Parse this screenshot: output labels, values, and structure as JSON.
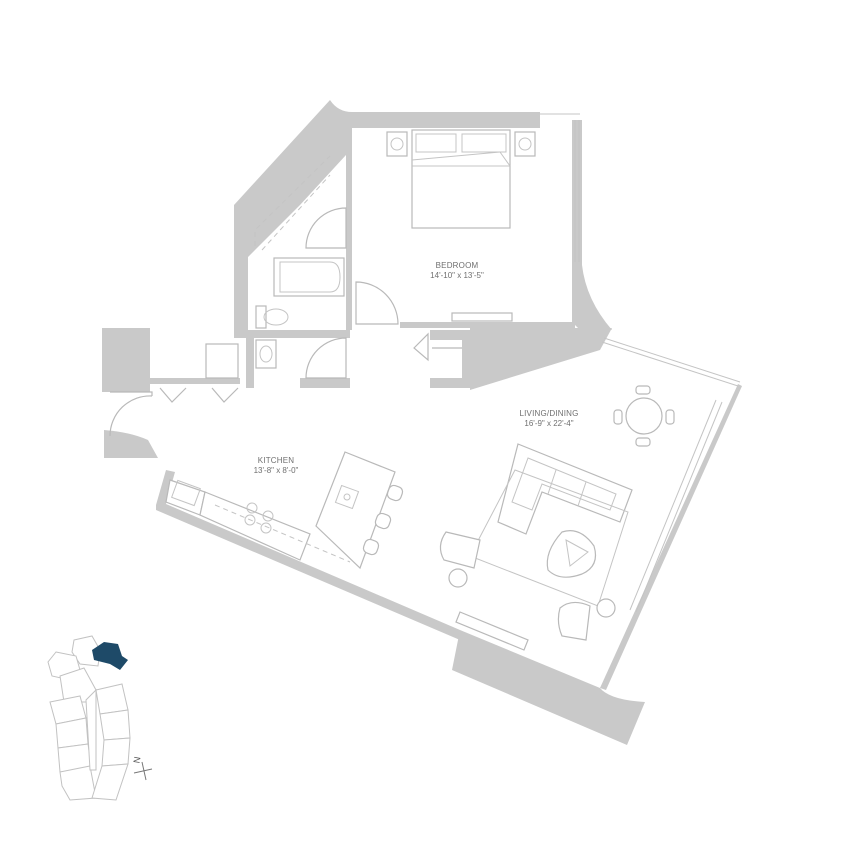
{
  "rooms": {
    "bedroom": {
      "name": "BEDROOM",
      "dimensions": "14'-10\" x 13'-5\""
    },
    "living_dining": {
      "name": "LIVING/DINING",
      "dimensions": "16'-9\" x 22'-4\""
    },
    "kitchen": {
      "name": "KITCHEN",
      "dimensions": "13'-8\" x 8'-0\""
    }
  },
  "compass": {
    "label": "N"
  },
  "colors": {
    "wall": "#c9c9c9",
    "line": "#b9b9b9",
    "highlight": "#1e4a68",
    "text": "#6f6f6f"
  }
}
